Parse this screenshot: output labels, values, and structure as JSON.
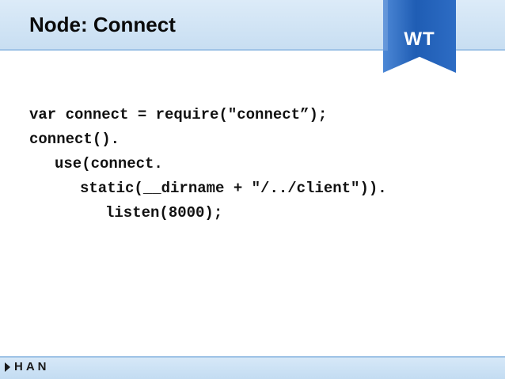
{
  "slide": {
    "title": "Node: Connect",
    "badge": "WT",
    "code_lines": [
      "var connect = require(\"connect”);",
      "connect().",
      "use(connect.",
      "static(__dirname + \"/../client\")).",
      "listen(8000);"
    ],
    "footer_label": "HAN"
  },
  "colors": {
    "header_bg": "#d3e6f6",
    "ribbon": "#2a66bf",
    "text": "#111111"
  },
  "icons": {
    "footer": "triangle-right-icon"
  }
}
